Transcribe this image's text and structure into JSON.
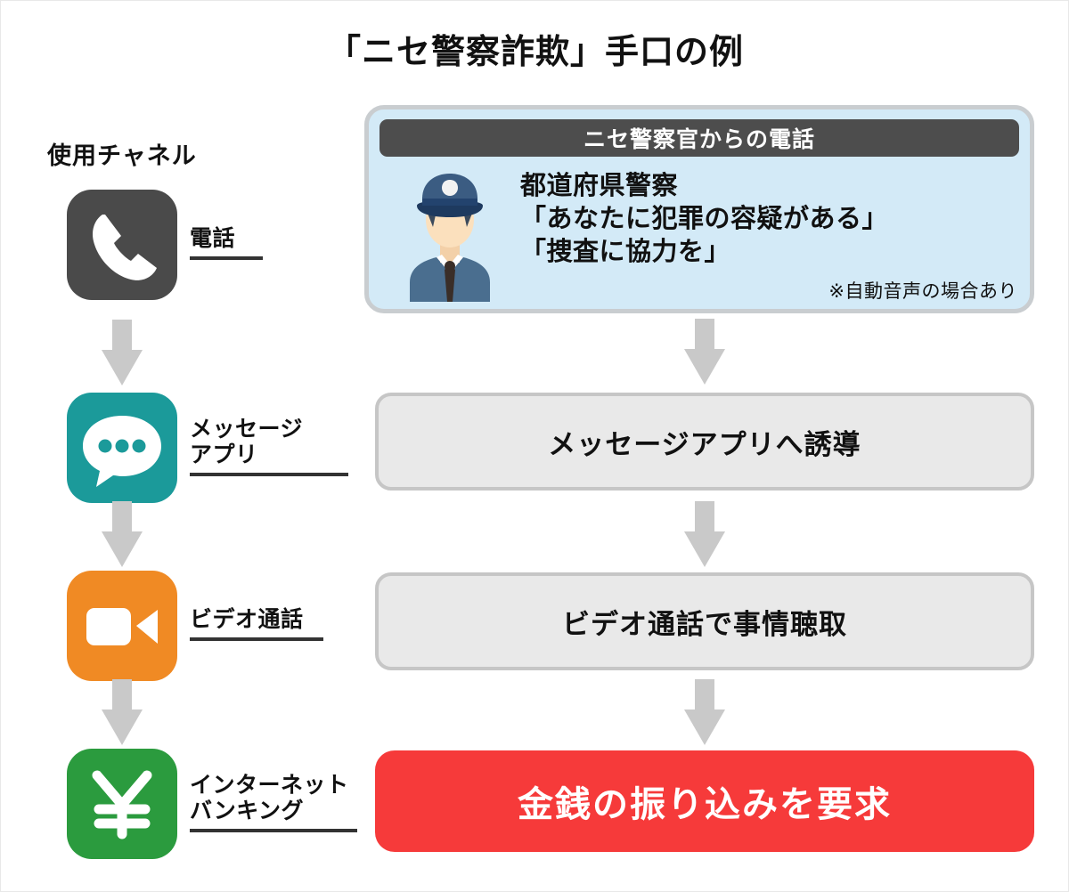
{
  "title": "「ニセ警察詐欺」手口の例",
  "channels": {
    "heading": "使用チャネル",
    "items": [
      {
        "icon": "phone-icon",
        "label": "電話",
        "color": "#4a4a4a"
      },
      {
        "icon": "message-bubble-icon",
        "label": "メッセージ\nアプリ",
        "color": "#1b9a9a"
      },
      {
        "icon": "video-camera-icon",
        "label": "ビデオ通話",
        "color": "#f08a24"
      },
      {
        "icon": "yen-icon",
        "label": "インターネット\nバンキング",
        "color": "#2b9b3e"
      }
    ]
  },
  "call_card": {
    "header": "ニセ警察官からの電話",
    "illustration": "police-officer-icon",
    "lines": [
      "都道府県警察",
      "「あなたに犯罪の容疑がある」",
      "「捜査に協力を」"
    ],
    "note": "※自動音声の場合あり",
    "background": "#d3eaf7",
    "header_color": "#4d4d4d"
  },
  "steps": [
    {
      "label": "メッセージアプリへ誘導"
    },
    {
      "label": "ビデオ通話で事情聴取"
    }
  ],
  "final": {
    "label": "金銭の振り込みを要求",
    "color": "#f63a3a"
  },
  "arrow": {
    "name": "down-arrow-icon",
    "color": "#c9c9c9"
  }
}
